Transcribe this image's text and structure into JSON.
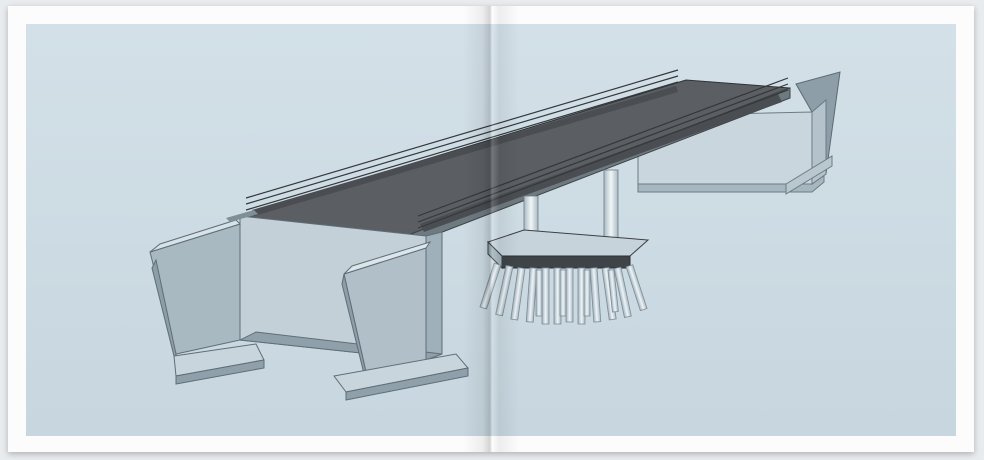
{
  "spread": {
    "pages": [
      "left-page",
      "right-page"
    ]
  },
  "illustration": {
    "subject": "bridge",
    "colors": {
      "background": "#cfdde6",
      "deck": "#5b5f63",
      "concrete_light": "#c5d2da",
      "concrete_mid": "#9fb0ba",
      "concrete_dark": "#7e8f99",
      "railing": "#3b3f42",
      "pile": "#d7e3ea"
    }
  }
}
